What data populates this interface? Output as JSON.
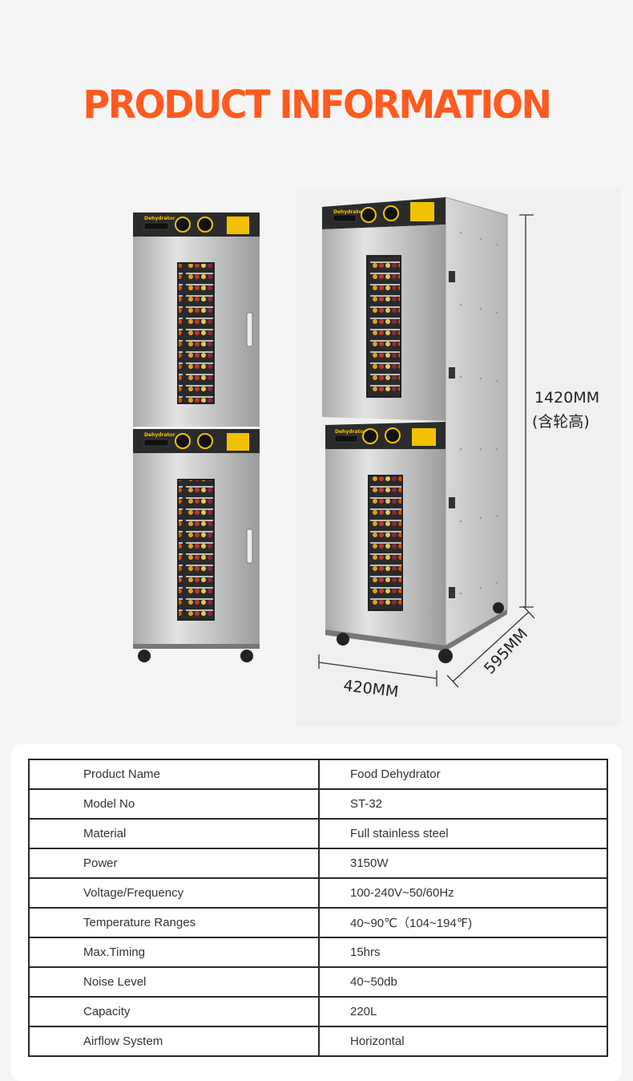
{
  "page": {
    "title": "PRODUCT INFORMATION"
  },
  "product": {
    "panel_label": "Dehydrator",
    "dimensions": {
      "height": "1420MM",
      "height_note": "(含轮高)",
      "width": "420MM",
      "depth": "595MM"
    }
  },
  "specs": [
    {
      "label": "Product Name",
      "value": "Food Dehydrator"
    },
    {
      "label": "Model No",
      "value": "ST-32"
    },
    {
      "label": "Material",
      "value": "Full stainless steel"
    },
    {
      "label": "Power",
      "value": "3150W"
    },
    {
      "label": "Voltage/Frequency",
      "value": "100-240V~50/60Hz"
    },
    {
      "label": "Temperature Ranges",
      "value": "40~90℃（104~194℉)"
    },
    {
      "label": "Max.Timing",
      "value": "15hrs"
    },
    {
      "label": "Noise Level",
      "value": "40~50db"
    },
    {
      "label": "Capacity",
      "value": "220L"
    },
    {
      "label": "Airflow System",
      "value": "Horizontal"
    }
  ],
  "colors": {
    "title": "#ff5a1f",
    "steel": "#c9c9c9",
    "panel": "#2b2b2b",
    "accent": "#f2c200"
  }
}
